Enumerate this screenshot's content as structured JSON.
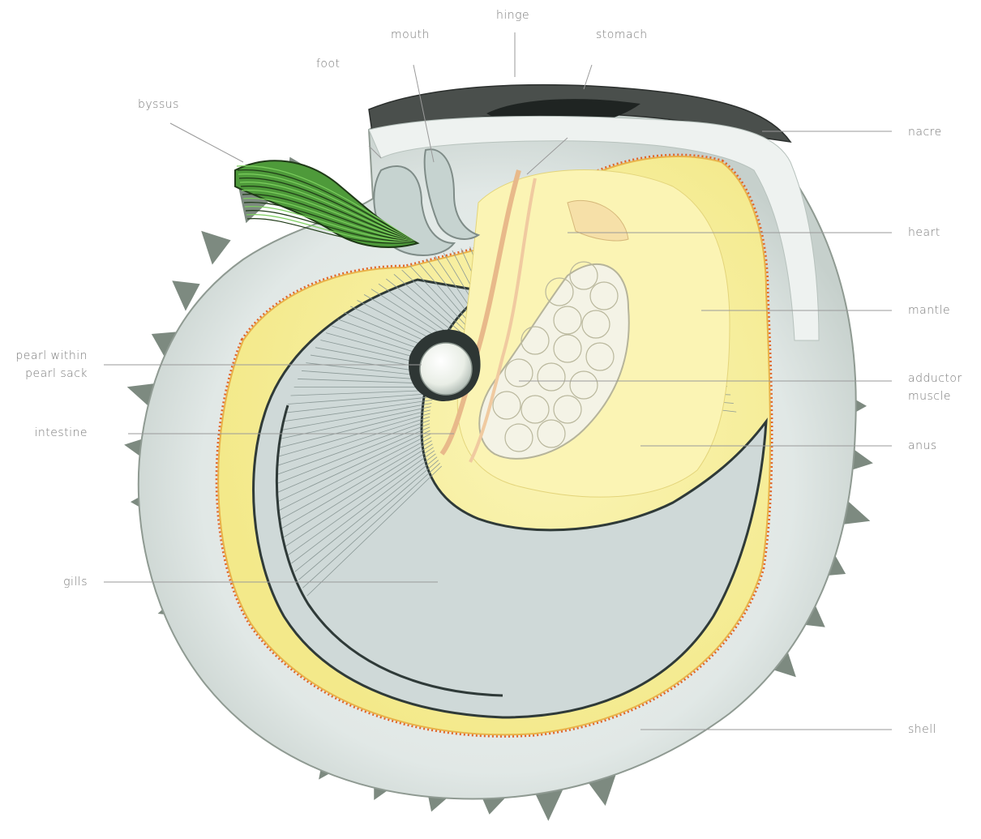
{
  "labels": {
    "hinge": "hinge",
    "mouth": "mouth",
    "stomach": "stomach",
    "foot": "foot",
    "byssus": "byssus",
    "nacre": "nacre",
    "heart": "heart",
    "mantle": "mantle",
    "pearl_line1": "pearl within",
    "pearl_line2": "pearl sack",
    "adductor_line1": "adductor",
    "adductor_line2": "muscle",
    "intestine": "intestine",
    "anus": "anus",
    "gills": "gills",
    "shell": "shell"
  },
  "colors": {
    "shell": "#e3e9e8",
    "shell_edge": "#8f9a92",
    "spines": "#7d8a80",
    "mantle": "#f6ef9a",
    "mantle_light": "#fbf7c8",
    "mantle_border": "#e36a2a",
    "gills": "#cdd8d7",
    "gill_lines": "#8a9896",
    "gill_dark": "#2f3a38",
    "byssus": "#4e9a3a",
    "pearl": "#eef1ea",
    "leader": "#9a9a9a"
  }
}
